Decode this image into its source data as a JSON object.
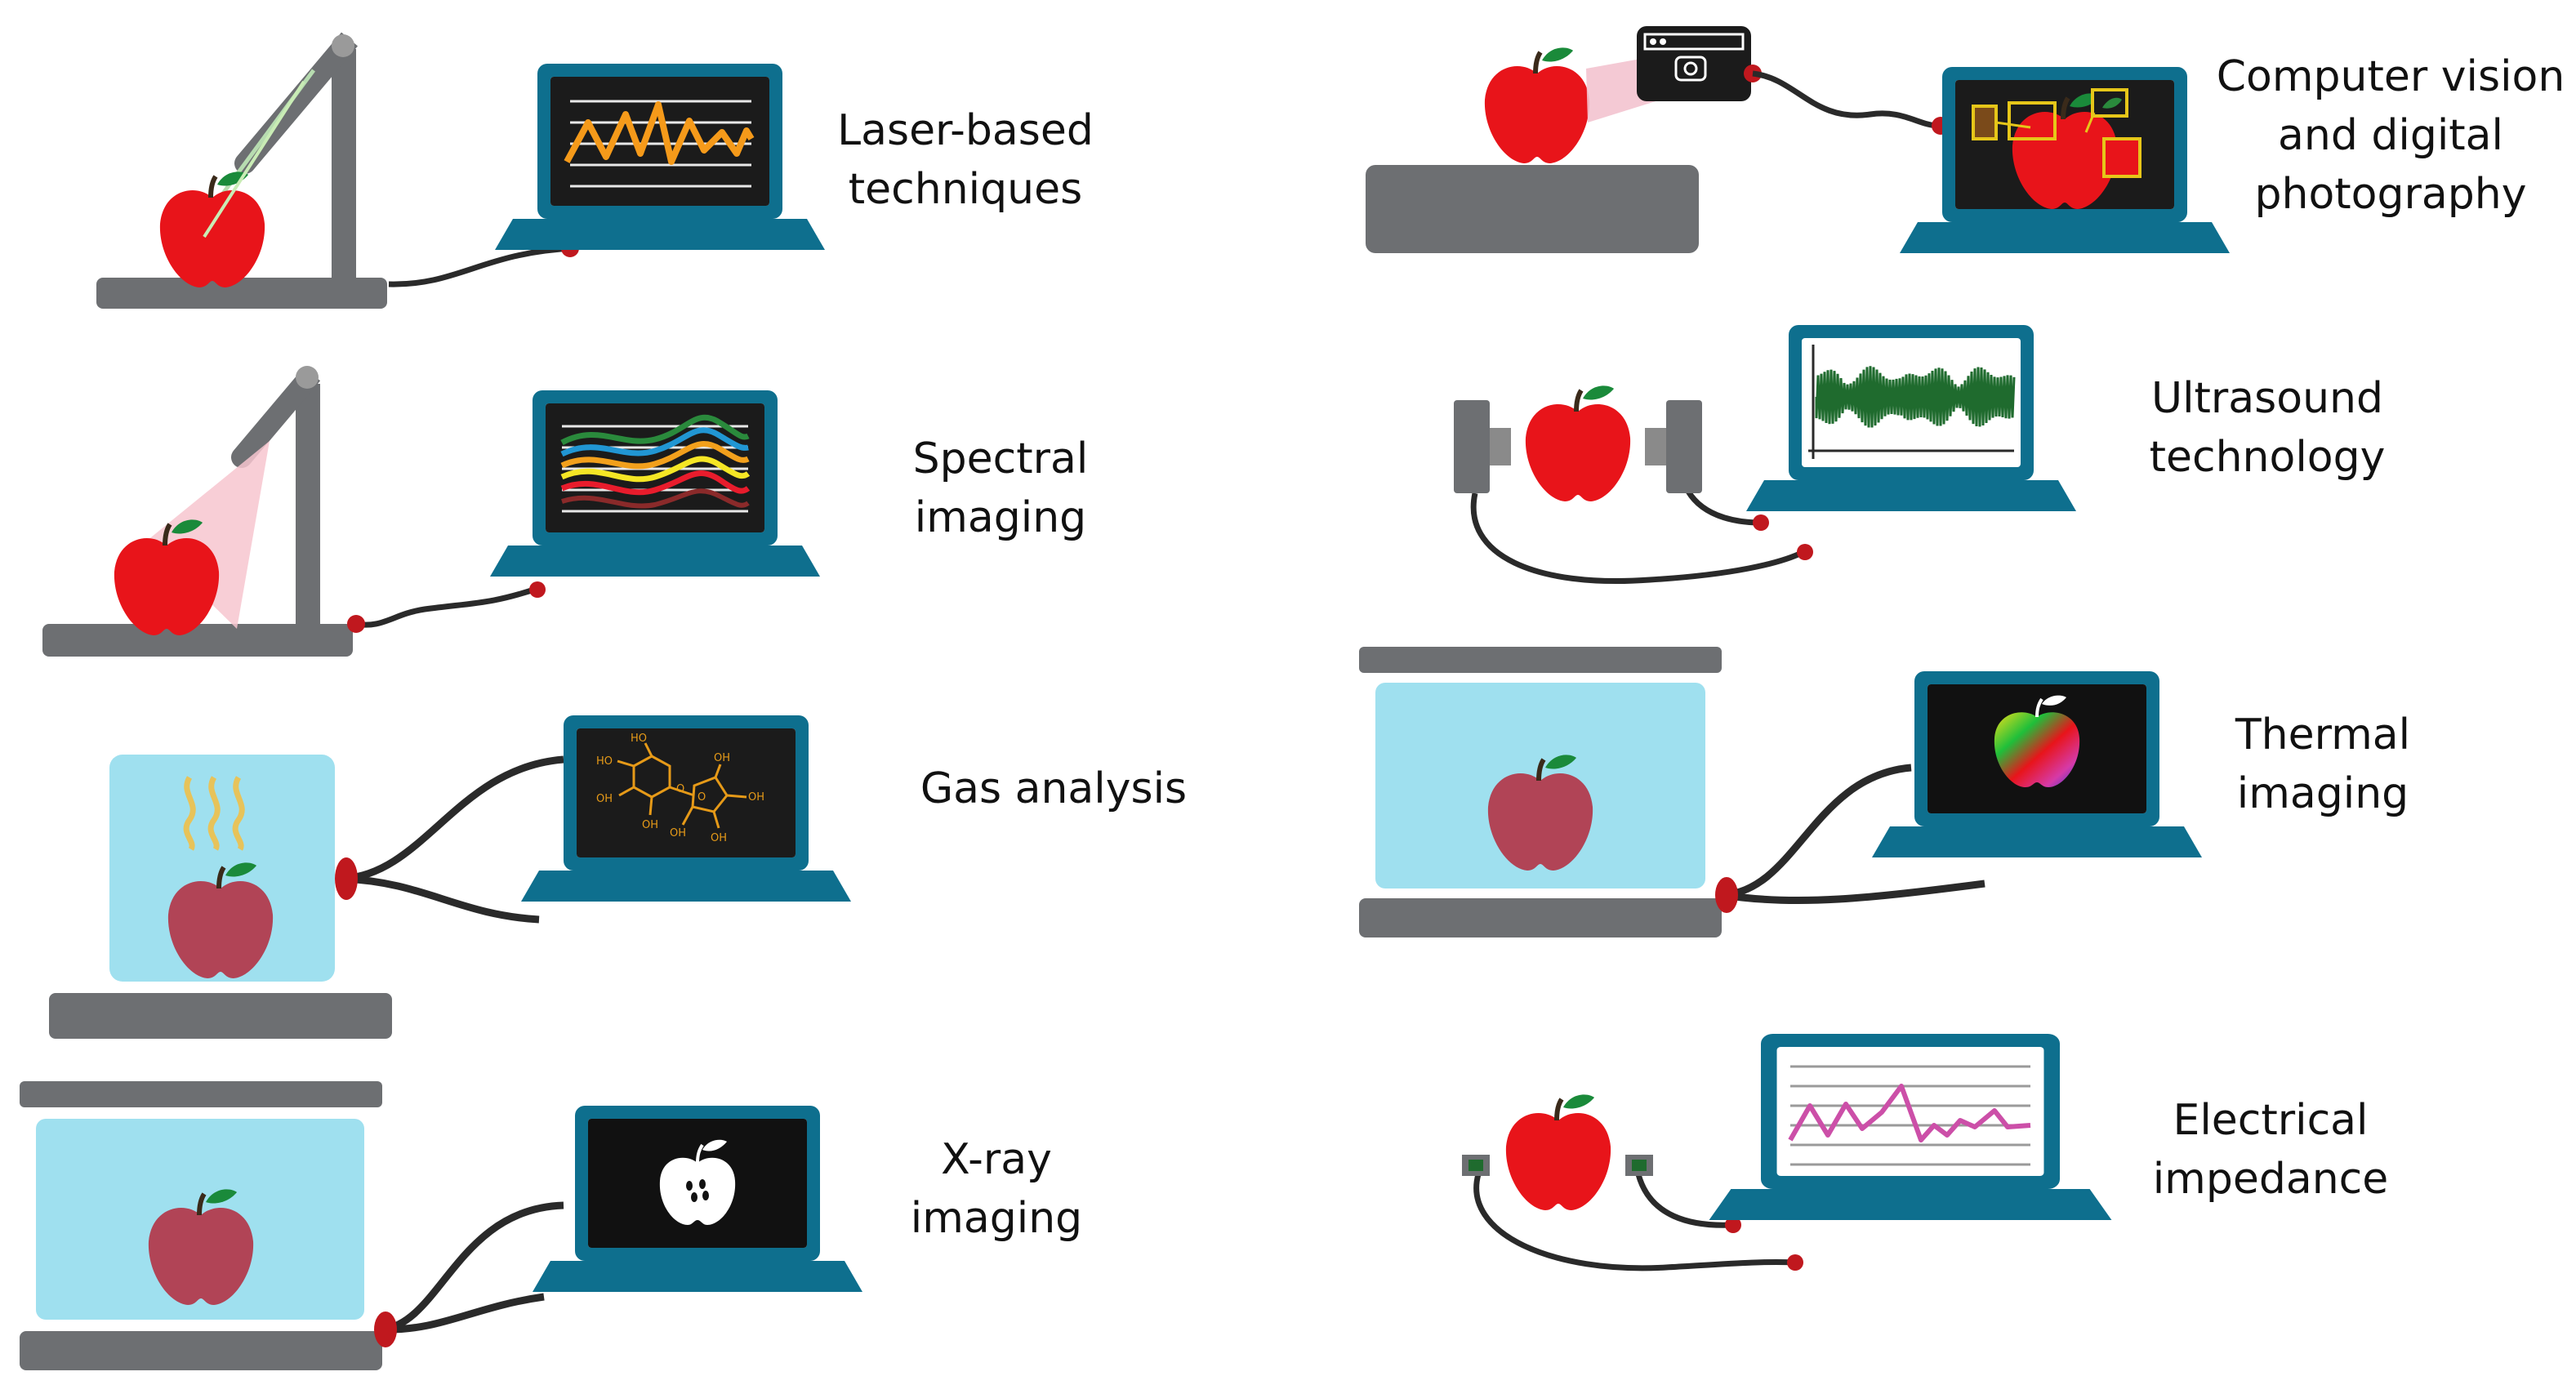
{
  "methods": [
    {
      "id": "laser",
      "label_lines": [
        "Laser-based",
        "techniques"
      ]
    },
    {
      "id": "spectral",
      "label_lines": [
        "Spectral",
        "imaging"
      ]
    },
    {
      "id": "gas",
      "label_lines": [
        "Gas analysis"
      ]
    },
    {
      "id": "xray",
      "label_lines": [
        "X-ray",
        "imaging"
      ]
    },
    {
      "id": "vision",
      "label_lines": [
        "Computer vision",
        "and digital",
        "photography"
      ]
    },
    {
      "id": "ultrasound",
      "label_lines": [
        "Ultrasound",
        "technology"
      ]
    },
    {
      "id": "thermal",
      "label_lines": [
        "Thermal",
        "imaging"
      ]
    },
    {
      "id": "impedance",
      "label_lines": [
        "Electrical",
        "impedance"
      ]
    }
  ],
  "molecule_labels": [
    "HO",
    "OH",
    "HO",
    "OH",
    "OH",
    "O",
    "O",
    "OH",
    "OH",
    "OH"
  ],
  "colors": {
    "apple_red": "#e8141a",
    "apple_dark": "#b14456",
    "leaf": "#1a8a3a",
    "stand_gray": "#6d6f72",
    "laptop_teal": "#0e6f8e",
    "screen_dark": "#1b1b1b",
    "box_blue": "#9fe0ef",
    "cable": "#2a2a2a",
    "connector": "#c0181e",
    "laser_orange": "#f59a1a",
    "waveform_green": "#1f6b2e",
    "impedance_pink": "#cc4fa8"
  }
}
